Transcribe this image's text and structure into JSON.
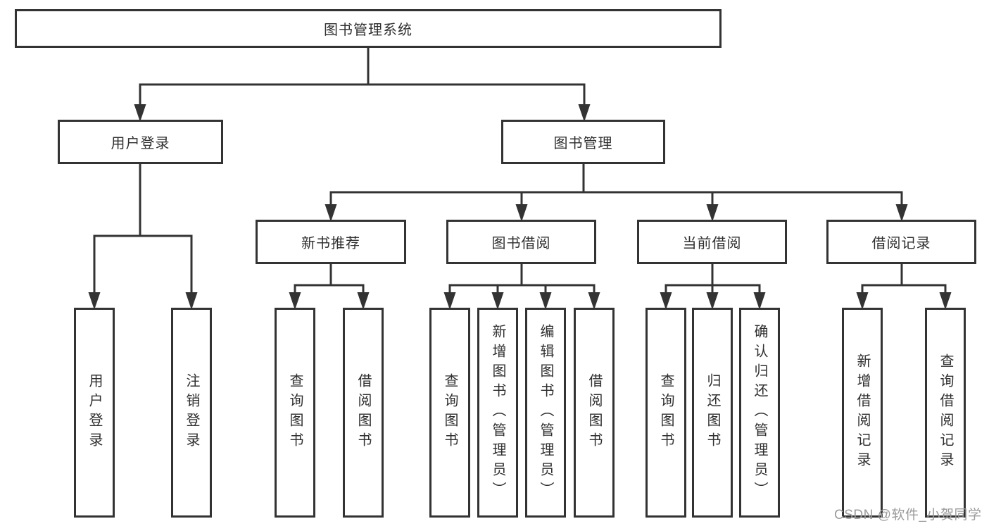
{
  "root": {
    "label": "图书管理系统"
  },
  "branches": [
    {
      "label": "用户登录",
      "leaves": [
        {
          "label": "用户登录"
        },
        {
          "label": "注销登录"
        }
      ]
    },
    {
      "label": "图书管理",
      "children": [
        {
          "label": "新书推荐",
          "leaves": [
            {
              "label": "查询图书"
            },
            {
              "label": "借阅图书"
            }
          ]
        },
        {
          "label": "图书借阅",
          "leaves": [
            {
              "label": "查询图书"
            },
            {
              "label": "新增图书（管理员）"
            },
            {
              "label": "编辑图书（管理员）"
            },
            {
              "label": "借阅图书"
            }
          ]
        },
        {
          "label": "当前借阅",
          "leaves": [
            {
              "label": "查询图书"
            },
            {
              "label": "归还图书"
            },
            {
              "label": "确认归还（管理员）"
            }
          ]
        },
        {
          "label": "借阅记录",
          "leaves": [
            {
              "label": "新增借阅记录"
            },
            {
              "label": "查询借阅记录"
            }
          ]
        }
      ]
    }
  ],
  "watermark": "CSDN @软件_小贺同学",
  "colors": {
    "line": "#333333",
    "border": "#333333",
    "text": "#2f2f2f",
    "watermark": "#9b9b9b",
    "background": "#ffffff"
  }
}
